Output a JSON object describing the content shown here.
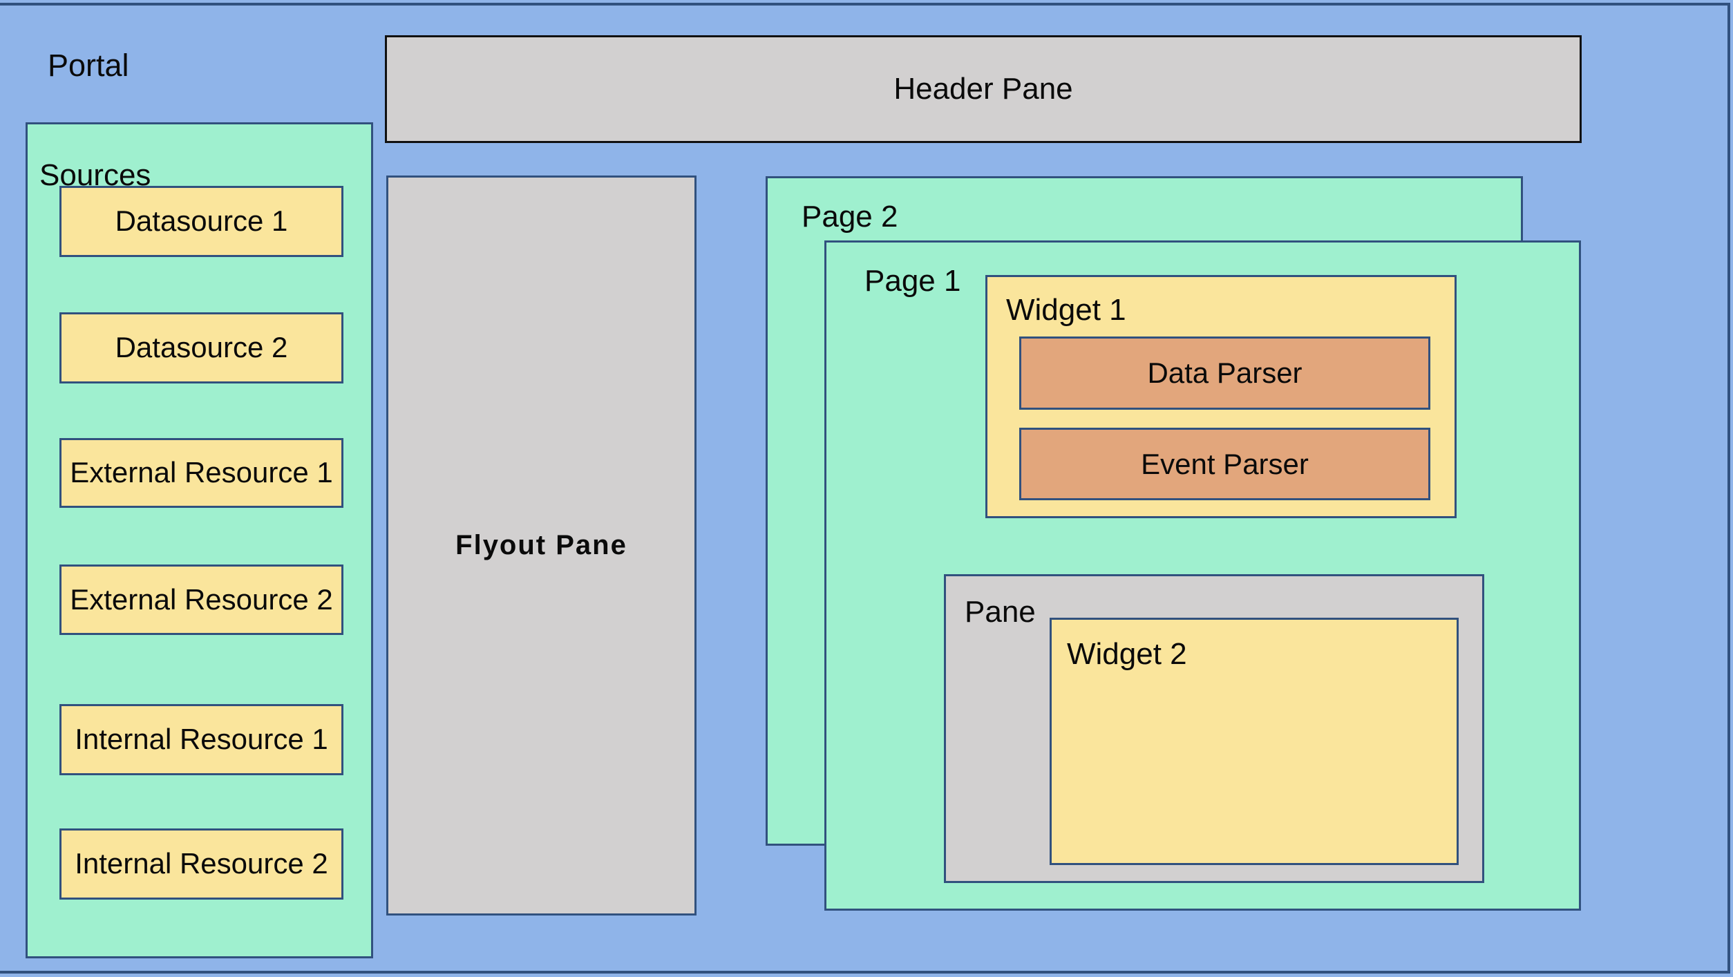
{
  "diagram": {
    "portal": {
      "label": "Portal"
    },
    "header_pane": {
      "label": "Header Pane"
    },
    "sources": {
      "label": "Sources",
      "items": [
        {
          "label": "Datasource 1"
        },
        {
          "label": "Datasource 2"
        },
        {
          "label": "External Resource 1"
        },
        {
          "label": "External Resource 2"
        },
        {
          "label": "Internal Resource 1"
        },
        {
          "label": "Internal Resource 2"
        }
      ]
    },
    "flyout_pane": {
      "label": "Flyout Pane"
    },
    "page2": {
      "label": "Page 2"
    },
    "page1": {
      "label": "Page 1"
    },
    "widget1": {
      "label": "Widget 1",
      "parsers": [
        {
          "label": "Data Parser"
        },
        {
          "label": "Event Parser"
        }
      ]
    },
    "pane": {
      "label": "Pane",
      "widget2": {
        "label": "Widget 2"
      }
    }
  },
  "colors": {
    "canvas-blue": "#8fb4e9",
    "container-green": "#9ff0cf",
    "item-yellow": "#fae59c",
    "parser-orange": "#e2a67c",
    "pane-gray": "#d2d0d0",
    "border-navy": "#31517e",
    "border-black": "#111111",
    "text-dark": "#0a0a0a"
  }
}
